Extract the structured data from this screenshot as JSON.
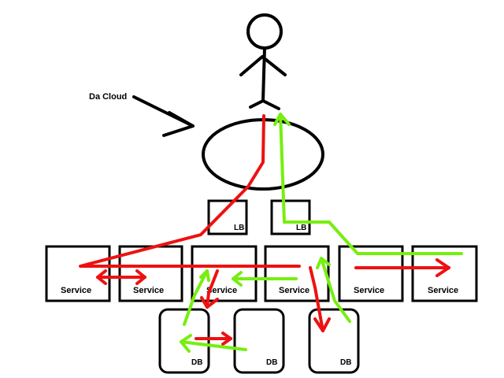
{
  "annotation": {
    "text": "Da Cloud"
  },
  "load_balancers": [
    {
      "label": "LB"
    },
    {
      "label": "LB"
    }
  ],
  "services": [
    {
      "label": "Service"
    },
    {
      "label": "Service"
    },
    {
      "label": "Service"
    },
    {
      "label": "Service"
    },
    {
      "label": "Service"
    },
    {
      "label": "Service"
    }
  ],
  "databases": [
    {
      "label": "DB"
    },
    {
      "label": "DB"
    },
    {
      "label": "DB"
    }
  ],
  "colors": {
    "outline": "#000000",
    "request_path": "#ee1111",
    "response_path": "#77ee11"
  }
}
